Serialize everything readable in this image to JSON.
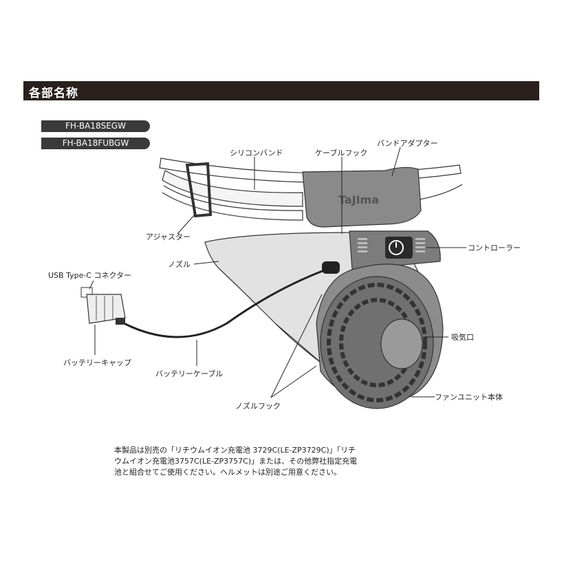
{
  "section_title": "各部名称",
  "models": [
    "FH-BA18SEGW",
    "FH-BA18FUBGW"
  ],
  "labels": {
    "silicon_band": "シリコンバンド",
    "cable_hook": "ケーブルフック",
    "band_adapter": "バンドアダプター",
    "adjuster": "アジャスター",
    "nozzle": "ノズル",
    "controller": "コントローラー",
    "usb_connector": "USB Type-C コネクター",
    "air_intake": "吸気口",
    "battery_cap": "バッテリーキャップ",
    "battery_cable": "バッテリーケーブル",
    "fan_unit": "ファンユニット本体",
    "nozzle_hook": "ノズルフック"
  },
  "brand_mark": "TaJIma",
  "note_lines": [
    "本製品は別売の「リチウムイオン充電池 3729C(LE-ZP3729C)」「リチ",
    "ウムイオン充電池3757C(LE-ZP3757C)」または、その他弊社指定充電",
    "池と組合せてご使用ください。ヘルメットは別途ご用意ください。"
  ]
}
